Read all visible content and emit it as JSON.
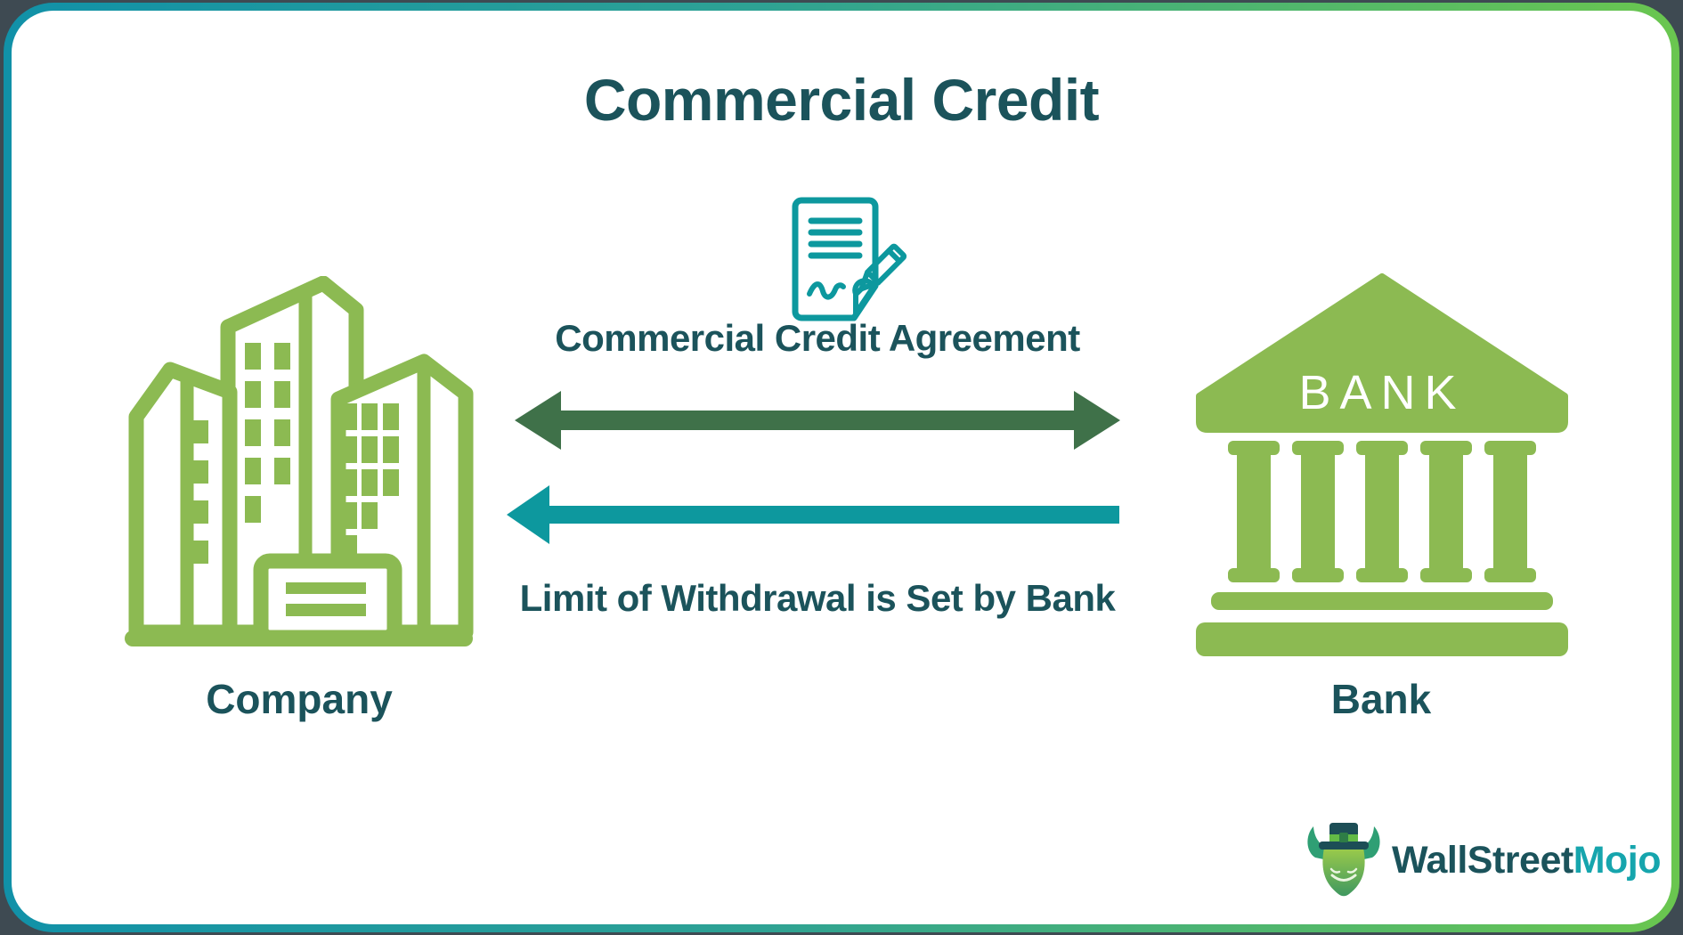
{
  "title": "Commercial Credit",
  "flow": {
    "agreement_label": "Commercial Credit Agreement",
    "limit_label": "Limit of Withdrawal is Set by Bank"
  },
  "entities": {
    "company_label": "Company",
    "bank_label": "Bank",
    "bank_sign": "BANK"
  },
  "logo": {
    "part1": "WallStreet",
    "part2": "Mojo"
  },
  "colors": {
    "dark_teal_text": "#1b535b",
    "icon_green": "#8cba52",
    "arrow_dark_green": "#3f7149",
    "arrow_teal": "#0d989e",
    "logo_mojo_teal": "#16a5ad",
    "hat_dark_teal": "#1d4e56",
    "border_gradient_start": "#1191a8",
    "border_gradient_end": "#6ac64f",
    "outer_background": "#3e4a52"
  }
}
